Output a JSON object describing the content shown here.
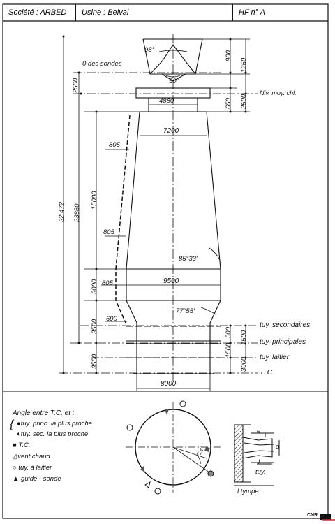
{
  "header": {
    "societe_label": "Société :",
    "societe_value": "ARBED",
    "usine_label": "Usine :",
    "usine_value": "Belval",
    "hf": "HF n° A"
  },
  "elevation": {
    "top_angle": "98°",
    "cone_angle": "50°",
    "zero_sondes": "0 des sondes",
    "niv_label": "Niv. moy. chl.",
    "dims": {
      "d900": "900",
      "d1250": "1250",
      "d650": "650",
      "d2500_top": "2500",
      "d2500_right": "2500",
      "d4880": "4880",
      "d7200": "7200",
      "d805_a": "805",
      "d805_b": "805",
      "d805_c": "805",
      "d15000": "15000",
      "d23850": "23850",
      "d32472": "32 472",
      "d9500": "9500",
      "d3000": "3000",
      "d3500_a": "3500",
      "d3500_b": "3500",
      "d690": "690",
      "ang_85": "85°33'",
      "ang_77": "77°55'",
      "d500": "500",
      "d1500_a": "1500",
      "d1500_b": "1500",
      "d3000_r": "3000",
      "d8000": "8000"
    },
    "levels": {
      "tuy_sec": "tuy. secondaires",
      "tuy_princ": "tuy. principales",
      "tuy_laitier": "tuy. laitier",
      "tc": "T. C."
    }
  },
  "legend": {
    "title": "Angle entre T.C. et :",
    "items": [
      "tuy. princ. la plus proche",
      "tuy. sec. la plus proche",
      "T.C.",
      "vent chaud",
      "tuy. à laitier",
      "guide - sonde"
    ]
  },
  "plan": {
    "angle_label": "24°"
  },
  "detail": {
    "e": "e",
    "d": "d",
    "l": "l",
    "tuy": "tuy.",
    "l_tympe": "l tympe"
  },
  "footer": {
    "code": "CNR"
  }
}
